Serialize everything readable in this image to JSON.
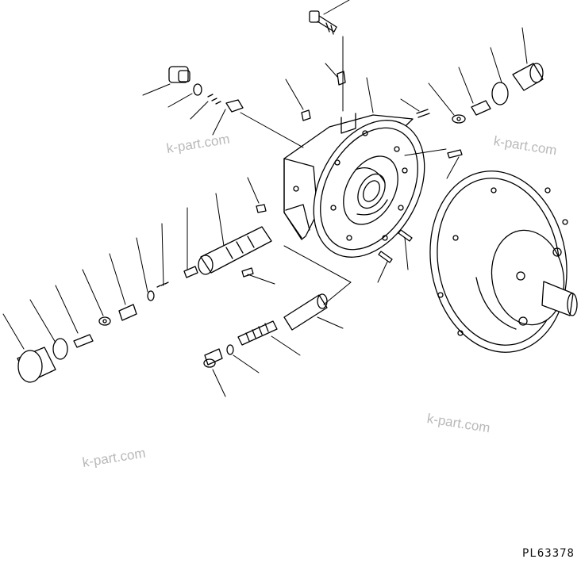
{
  "diagram": {
    "watermarks": [
      "k-part.com",
      "k-part.com",
      "k-part.com",
      "k-part.com"
    ],
    "drawing_code": "PL63378"
  }
}
